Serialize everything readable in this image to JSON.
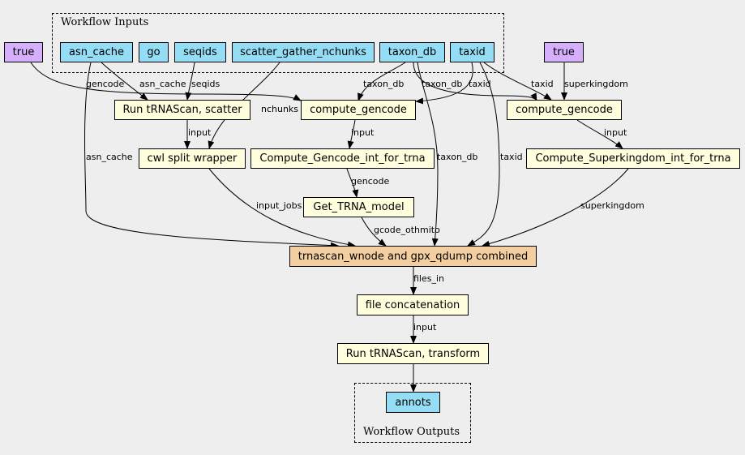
{
  "clusters": {
    "inputs_label": "Workflow Inputs",
    "outputs_label": "Workflow Outputs"
  },
  "nodes": {
    "true_left": "true",
    "asn_cache": "asn_cache",
    "go": "go",
    "seqids": "seqids",
    "scatter_gather_nchunks": "scatter_gather_nchunks",
    "taxon_db": "taxon_db",
    "taxid": "taxid",
    "true_right": "true",
    "run_trnascan_scatter": "Run tRNAScan, scatter",
    "compute_gencode_mid": "compute_gencode",
    "compute_gencode_right": "compute_gencode",
    "cwl_split_wrapper": "cwl split wrapper",
    "compute_gencode_int": "Compute_Gencode_int_for_trna",
    "compute_superkingdom_int": "Compute_Superkingdom_int_for_trna",
    "get_trna_model": "Get_TRNA_model",
    "combined": "trnascan_wnode and gpx_qdump combined",
    "file_concatenation": "file concatenation",
    "run_trnascan_transform": "Run tRNAScan, transform",
    "annots": "annots"
  },
  "edge_labels": {
    "gencode": "gencode",
    "asn_cache_top": "asn_cache",
    "seqids": "seqids",
    "nchunks": "nchunks",
    "taxon_db_1": "taxon_db",
    "taxon_db_2": "taxon_db",
    "taxid_1": "taxid",
    "taxid_2": "taxid",
    "superkingdom_top": "superkingdom",
    "input_1": "input",
    "input_2": "input",
    "input_3": "input",
    "asn_cache_side": "asn_cache",
    "taxon_db_side": "taxon_db",
    "taxid_side": "taxid",
    "gencode_2": "gencode",
    "superkingdom_side": "superkingdom",
    "input_jobs": "input_jobs",
    "gcode_othmito": "gcode_othmito",
    "files_in": "files_in",
    "input_4": "input"
  }
}
